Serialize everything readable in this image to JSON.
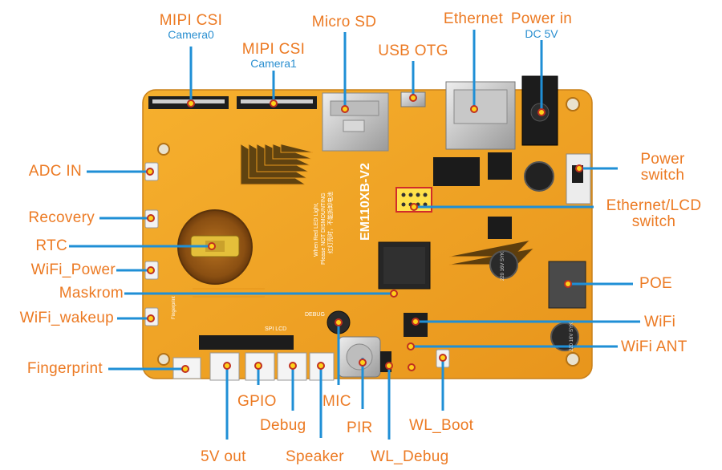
{
  "board": {
    "model": "EM110XB-V2",
    "silk_notice_1": "When Red LED Light,",
    "silk_notice_2": "Please NOT DISMOUNTING",
    "silk_notice_3": "红灯亮时，不能拆卸电池",
    "silk_spi": "SPI LCD",
    "silk_fingerprint": "Fingerprint",
    "silk_debug": "DEBUG",
    "cap_1": "220 16V SYK",
    "cap_2": "220 16V SYK"
  },
  "callouts": {
    "mipi_csi_0": "MIPI CSI",
    "camera0": "Camera0",
    "mipi_csi_1": "MIPI CSI",
    "camera1": "Camera1",
    "micro_sd": "Micro SD",
    "usb_otg": "USB OTG",
    "ethernet": "Ethernet",
    "power_in": "Power in",
    "dc_5v": "DC 5V",
    "power_switch_1": "Power",
    "power_switch_2": "switch",
    "eth_lcd_1": "Ethernet/LCD",
    "eth_lcd_2": "switch",
    "poe": "POE",
    "wifi": "WiFi",
    "wifi_ant": "WiFi ANT",
    "adc_in": "ADC IN",
    "recovery": "Recovery",
    "rtc": "RTC",
    "wifi_power": "WiFi_Power",
    "maskrom": "Maskrom",
    "wifi_wakeup": "WiFi_wakeup",
    "fingerprint": "Fingerprint",
    "gpio": "GPIO",
    "debug": "Debug",
    "mic": "MIC",
    "pir": "PIR",
    "wl_boot": "WL_Boot",
    "five_v_out": "5V out",
    "speaker": "Speaker",
    "wl_debug": "WL_Debug"
  },
  "colors": {
    "label": "#ec7a23",
    "sublabel": "#2a8fd0",
    "leader": "#1f8fd6",
    "pcb": "#f2a224",
    "pcb_dark": "#d98a16",
    "marker": "#ffd21a"
  }
}
